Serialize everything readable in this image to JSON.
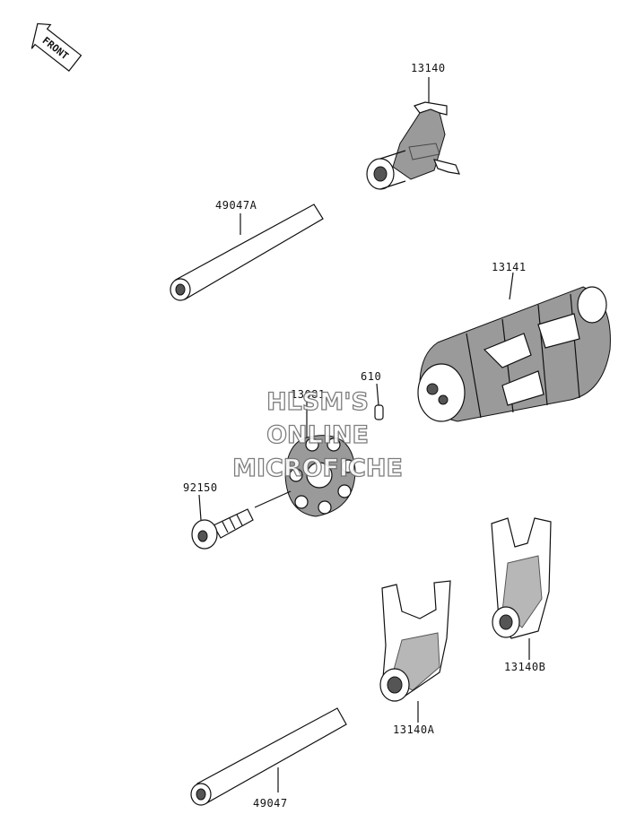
{
  "front_badge": {
    "label": "FRONT"
  },
  "parts": [
    {
      "id": "13140",
      "label": "13140"
    },
    {
      "id": "49047A",
      "label": "49047A"
    },
    {
      "id": "13141",
      "label": "13141"
    },
    {
      "id": "610",
      "label": "610"
    },
    {
      "id": "13081",
      "label": "13081"
    },
    {
      "id": "92150",
      "label": "92150"
    },
    {
      "id": "13140B",
      "label": "13140B"
    },
    {
      "id": "13140A",
      "label": "13140A"
    },
    {
      "id": "49047",
      "label": "49047"
    }
  ],
  "watermark": {
    "line1": "HLSM'S",
    "line2": "ONLINE",
    "line3": "MICROFICHE"
  }
}
